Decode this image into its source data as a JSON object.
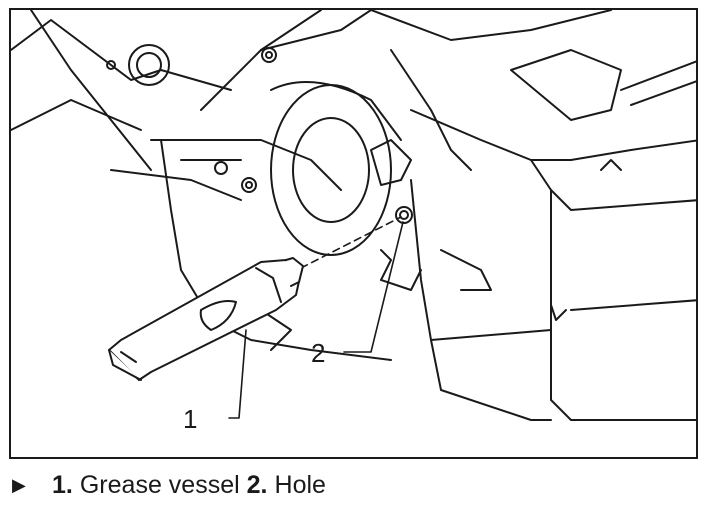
{
  "figure": {
    "callouts": [
      {
        "number": "1",
        "target": "grease-vessel"
      },
      {
        "number": "2",
        "target": "hole"
      }
    ]
  },
  "caption": {
    "arrow_icon": "right-triangle-icon",
    "items": [
      {
        "number": "1.",
        "label": "Grease vessel"
      },
      {
        "number": "2.",
        "label": "Hole"
      }
    ]
  },
  "colors": {
    "line": "#1a1a1a",
    "background": "#ffffff"
  }
}
